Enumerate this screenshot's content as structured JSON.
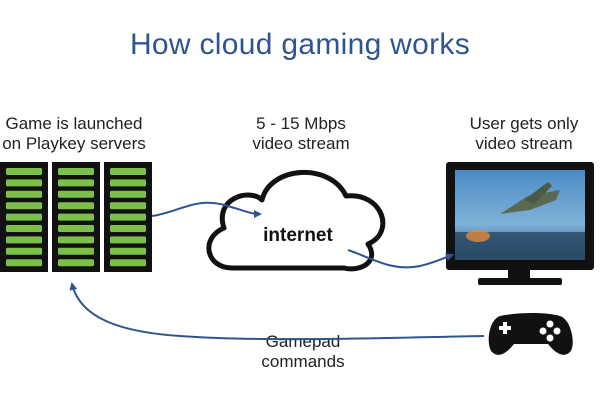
{
  "title": "How cloud gaming works",
  "labels": {
    "server": "Game is launched\non Playkey servers",
    "stream": "5 - 15 Mbps\nvideo stream",
    "user": "User gets only\nvideo stream",
    "cloud": "internet",
    "gamepad": "Gamepad\ncommands"
  },
  "icons": {
    "servers": "server-rack-icon",
    "cloud": "cloud-icon",
    "monitor": "monitor-icon",
    "gamepad": "gamepad-icon"
  },
  "colors": {
    "title": "#2f5590",
    "arrow": "#2f5590",
    "server_led": "#7cc04a",
    "dark": "#111111"
  }
}
